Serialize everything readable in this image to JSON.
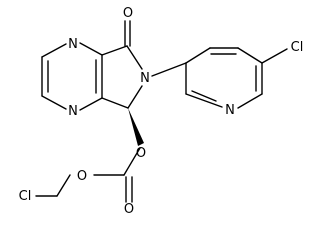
{
  "molecule": {
    "atoms": {
      "o_top": "O",
      "n_ring1": "N",
      "n_ring2": "N",
      "n_lactam": "N",
      "n_pyridine": "N",
      "cl_pyridine": "Cl",
      "o_ester": "O",
      "o_ether": "O",
      "o_carbonyl": "O",
      "cl_chloromethyl": "Cl"
    },
    "colors": {
      "bond": "#000000",
      "label": "#000000",
      "background": "#ffffff"
    }
  }
}
